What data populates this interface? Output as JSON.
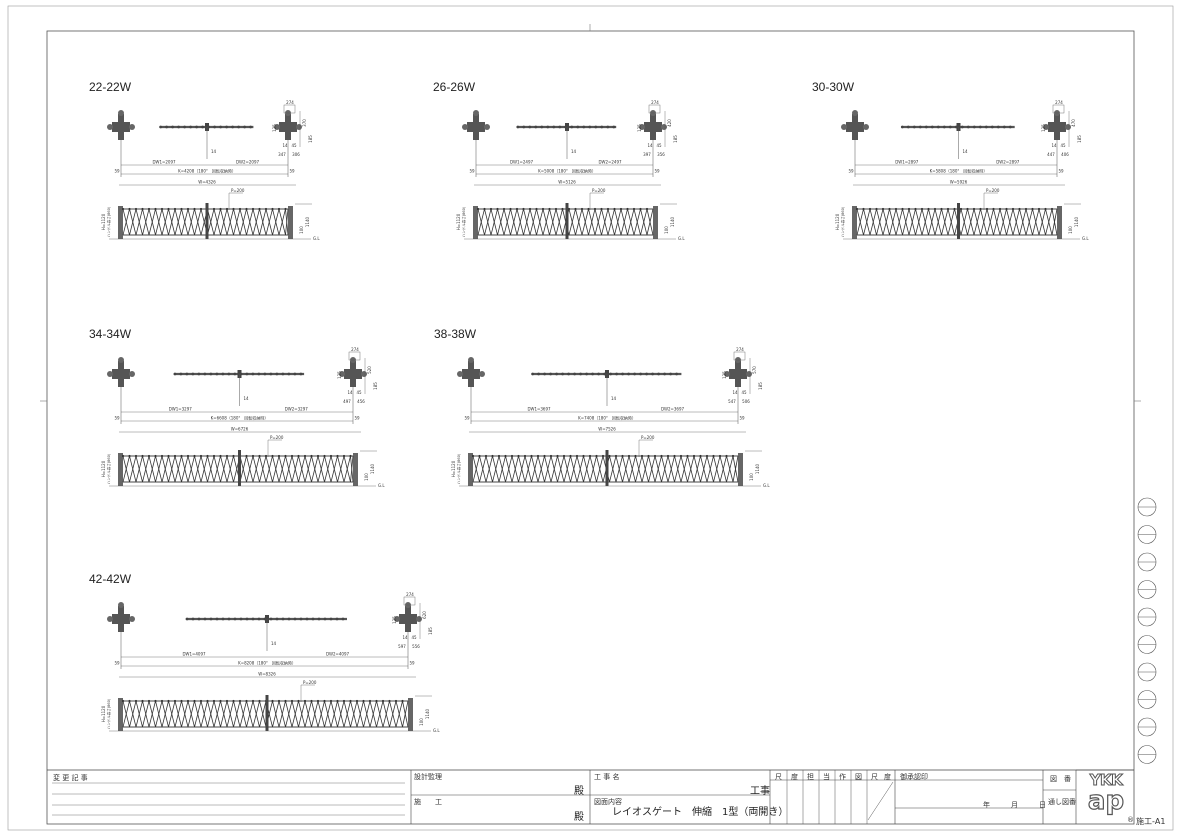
{
  "drawings": [
    {
      "model": "22-22W",
      "dw1": "DW1=2097",
      "dw2": "DW2=2097",
      "k": "K=4208（180°　回転収納時）",
      "w": "W=4326",
      "p": "P=200",
      "d1": "347",
      "d2": "306",
      "t": "274",
      "n125": "125",
      "n370": "370",
      "n185": "185",
      "n14": "14",
      "n45": "45",
      "n59": "59",
      "h": "H=1120",
      "h1140": "1140",
      "h100": "100",
      "gl": "G.L",
      "hg": "ハンドル高さ(860)"
    },
    {
      "model": "26-26W",
      "dw1": "DW1=2497",
      "dw2": "DW2=2497",
      "k": "K=5008（180°　回転収納時）",
      "w": "W=5126",
      "p": "P=200",
      "d1": "397",
      "d2": "356",
      "t": "274",
      "n125": "125",
      "n370": "420",
      "n185": "185",
      "n14": "14",
      "n45": "45",
      "n59": "59",
      "h": "H=1120",
      "h1140": "1140",
      "h100": "100",
      "gl": "G.L",
      "hg": "ハンドル高さ(860)"
    },
    {
      "model": "30-30W",
      "dw1": "DW1=2897",
      "dw2": "DW2=2897",
      "k": "K=5808（180°　回転収納時）",
      "w": "W=5926",
      "p": "P=200",
      "d1": "447",
      "d2": "406",
      "t": "274",
      "n125": "125",
      "n370": "470",
      "n185": "185",
      "n14": "14",
      "n45": "45",
      "n59": "59",
      "h": "H=1120",
      "h1140": "1140",
      "h100": "100",
      "gl": "G.L",
      "hg": "ハンドル高さ(860)"
    },
    {
      "model": "34-34W",
      "dw1": "DW1=3297",
      "dw2": "DW2=3297",
      "k": "K=6608（180°　回転収納時）",
      "w": "W=6726",
      "p": "P=200",
      "d1": "497",
      "d2": "456",
      "t": "274",
      "n125": "125",
      "n370": "520",
      "n185": "185",
      "n14": "14",
      "n45": "45",
      "n59": "59",
      "h": "H=1120",
      "h1140": "1140",
      "h100": "100",
      "gl": "G.L",
      "hg": "ハンドル高さ(860)"
    },
    {
      "model": "38-38W",
      "dw1": "DW1=3697",
      "dw2": "DW2=3697",
      "k": "K=7408（180°　回転収納時）",
      "w": "W=7526",
      "p": "P=200",
      "d1": "547",
      "d2": "506",
      "t": "274",
      "n125": "125",
      "n370": "570",
      "n185": "185",
      "n14": "14",
      "n45": "45",
      "n59": "59",
      "h": "H=1120",
      "h1140": "1140",
      "h100": "100",
      "gl": "G.L",
      "hg": "ハンドル高さ(860)"
    },
    {
      "model": "42-42W",
      "dw1": "DW1=4097",
      "dw2": "DW2=4097",
      "k": "K=8208（180°　回転収納時）",
      "w": "W=8326",
      "p": "P=200",
      "d1": "597",
      "d2": "556",
      "t": "274",
      "n125": "125",
      "n370": "620",
      "n185": "185",
      "n14": "14",
      "n45": "45",
      "n59": "59",
      "h": "H=1120",
      "h1140": "1140",
      "h100": "100",
      "gl": "G.L",
      "hg": "ハンドル高さ(860)"
    }
  ],
  "title_block": {
    "revision_label": "変 更 記 事",
    "supervisor_label": "設計監理",
    "construction_label": "施　　工",
    "dono1": "殿",
    "dono2": "殿",
    "project_label": "工 事 名",
    "project_suffix": "工事",
    "content_label": "図面内容",
    "content": "レイオスゲート　伸縮　1型（両開き）",
    "cols": [
      "尺",
      "度",
      "担",
      "当",
      "作",
      "図",
      "尺",
      "度"
    ],
    "approval_label": "御承認印",
    "date": "年　　　月　　　日",
    "drawing_no_label": "図　番",
    "serial_label": "通し図番",
    "logo_top": "YKK",
    "logo_bottom": "ap",
    "sheet_code": "施工-A1",
    "registered": "®"
  }
}
